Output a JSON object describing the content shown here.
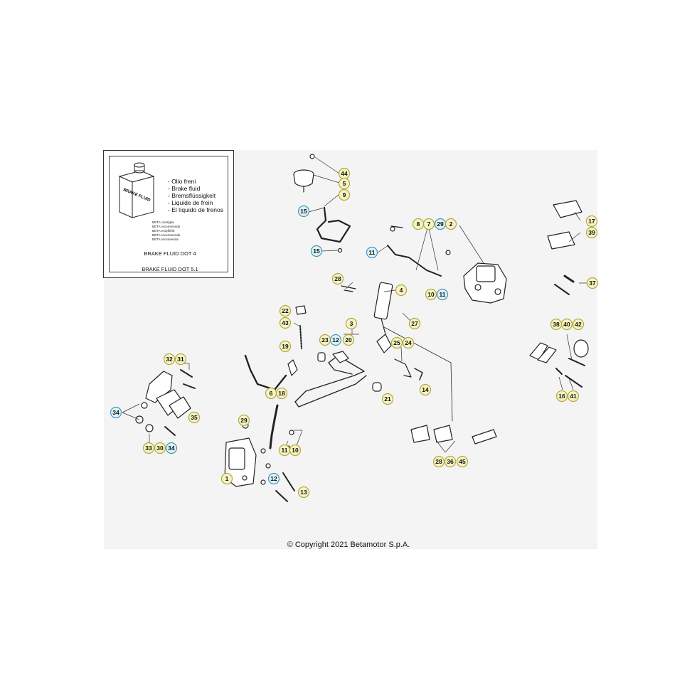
{
  "fluid_box": {
    "can_label": "BRAKE FLUID",
    "names": [
      "- Olio freni",
      "- Brake fluid",
      "- Bremsflüssigkeit",
      "- Liquide de frein",
      "- El líquido de frenos"
    ],
    "recommends": [
      "BETA consiglia",
      "BETA recommends",
      "BETA empfiehlt",
      "BETA recommende",
      "BETA recomienda"
    ],
    "spec_1": "BRAKE FLUID DOT 4",
    "spec_2": "BRAKE FLUID DOT 5.1"
  },
  "copyright": "© Copyright 2021 Betamotor S.p.A.",
  "colors": {
    "callout_yellow": "#f6f4c4",
    "callout_yellow_border": "#b4a83c",
    "callout_blue": "#dff1f6",
    "callout_blue_border": "#3c9cbc",
    "leader": "#333333"
  },
  "callouts": [
    {
      "n": "44",
      "style": "yellow"
    },
    {
      "n": "5",
      "style": "yellow"
    },
    {
      "n": "9",
      "style": "yellow"
    },
    {
      "n": "15",
      "style": "blue"
    },
    {
      "n": "15",
      "style": "blue"
    },
    {
      "n": "11",
      "style": "blue"
    },
    {
      "n": "8",
      "style": "yellow"
    },
    {
      "n": "7",
      "style": "yellow"
    },
    {
      "n": "29",
      "style": "blue"
    },
    {
      "n": "2",
      "style": "yellow"
    },
    {
      "n": "28",
      "style": "yellow"
    },
    {
      "n": "4",
      "style": "yellow"
    },
    {
      "n": "10",
      "style": "yellow"
    },
    {
      "n": "11",
      "style": "blue"
    },
    {
      "n": "22",
      "style": "yellow"
    },
    {
      "n": "43",
      "style": "yellow"
    },
    {
      "n": "27",
      "style": "yellow"
    },
    {
      "n": "3",
      "style": "yellow"
    },
    {
      "n": "23",
      "style": "yellow"
    },
    {
      "n": "12",
      "style": "blue"
    },
    {
      "n": "20",
      "style": "yellow"
    },
    {
      "n": "19",
      "style": "yellow"
    },
    {
      "n": "25",
      "style": "yellow"
    },
    {
      "n": "24",
      "style": "yellow"
    },
    {
      "n": "6",
      "style": "yellow"
    },
    {
      "n": "18",
      "style": "yellow"
    },
    {
      "n": "21",
      "style": "yellow"
    },
    {
      "n": "14",
      "style": "yellow"
    },
    {
      "n": "32",
      "style": "yellow"
    },
    {
      "n": "31",
      "style": "yellow"
    },
    {
      "n": "34",
      "style": "blue"
    },
    {
      "n": "35",
      "style": "yellow"
    },
    {
      "n": "33",
      "style": "yellow"
    },
    {
      "n": "30",
      "style": "yellow"
    },
    {
      "n": "34",
      "style": "blue"
    },
    {
      "n": "29",
      "style": "yellow"
    },
    {
      "n": "11",
      "style": "yellow"
    },
    {
      "n": "10",
      "style": "yellow"
    },
    {
      "n": "12",
      "style": "blue"
    },
    {
      "n": "1",
      "style": "yellow"
    },
    {
      "n": "13",
      "style": "yellow"
    },
    {
      "n": "28",
      "style": "yellow"
    },
    {
      "n": "36",
      "style": "yellow"
    },
    {
      "n": "45",
      "style": "yellow"
    },
    {
      "n": "17",
      "style": "yellow"
    },
    {
      "n": "39",
      "style": "yellow"
    },
    {
      "n": "37",
      "style": "yellow"
    },
    {
      "n": "38",
      "style": "yellow"
    },
    {
      "n": "40",
      "style": "yellow"
    },
    {
      "n": "42",
      "style": "yellow"
    },
    {
      "n": "16",
      "style": "yellow"
    },
    {
      "n": "41",
      "style": "yellow"
    }
  ]
}
